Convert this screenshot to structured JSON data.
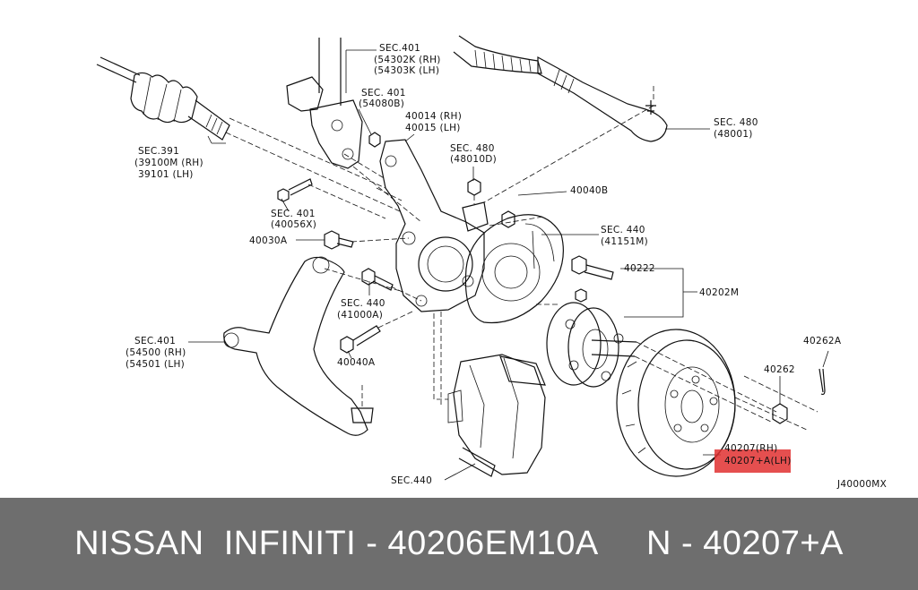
{
  "labels": {
    "sec_401_top": "SEC.401",
    "p_54302k": "(54302K (RH)",
    "p_54303k": "(54303K (LH)",
    "sec_401_b": "SEC. 401",
    "p_54080b": "(54080B)",
    "p_40014": "40014 (RH)",
    "p_40015": "40015 (LH)",
    "sec_391": "SEC.391",
    "p_39100m": "(39100M (RH)",
    "p_39101": "39101  (LH)",
    "sec_480_a": "SEC. 480",
    "p_48010d": "(48010D)",
    "sec_480_b": "SEC. 480",
    "p_48001": "(48001)",
    "p_40040b": "40040B",
    "sec_401_c": "SEC. 401",
    "p_40056x": "(40056X)",
    "sec_440_a": "SEC. 440",
    "p_41151m": "(41151M)",
    "p_40030a": "40030A",
    "p_40222": "40222",
    "p_40202m": "40202M",
    "sec_440_b": "SEC. 440",
    "p_41000a": "(41000A)",
    "sec_401_d": "SEC.401",
    "p_54500": "(54500 (RH)",
    "p_54501": "(54501 (LH)",
    "p_40262a": "40262A",
    "p_40040a": "40040A",
    "p_40262": "40262",
    "p_40207_rh": "40207(RH)",
    "p_40207_lh": "40207+A(LH)",
    "sec_440_c": "SEC.440",
    "drawing_code": "J40000MX"
  },
  "highlight_color": "#e03030",
  "footer": {
    "text": "NISSAN  INFINITI - 40206EM10A     N - 40207+A"
  }
}
